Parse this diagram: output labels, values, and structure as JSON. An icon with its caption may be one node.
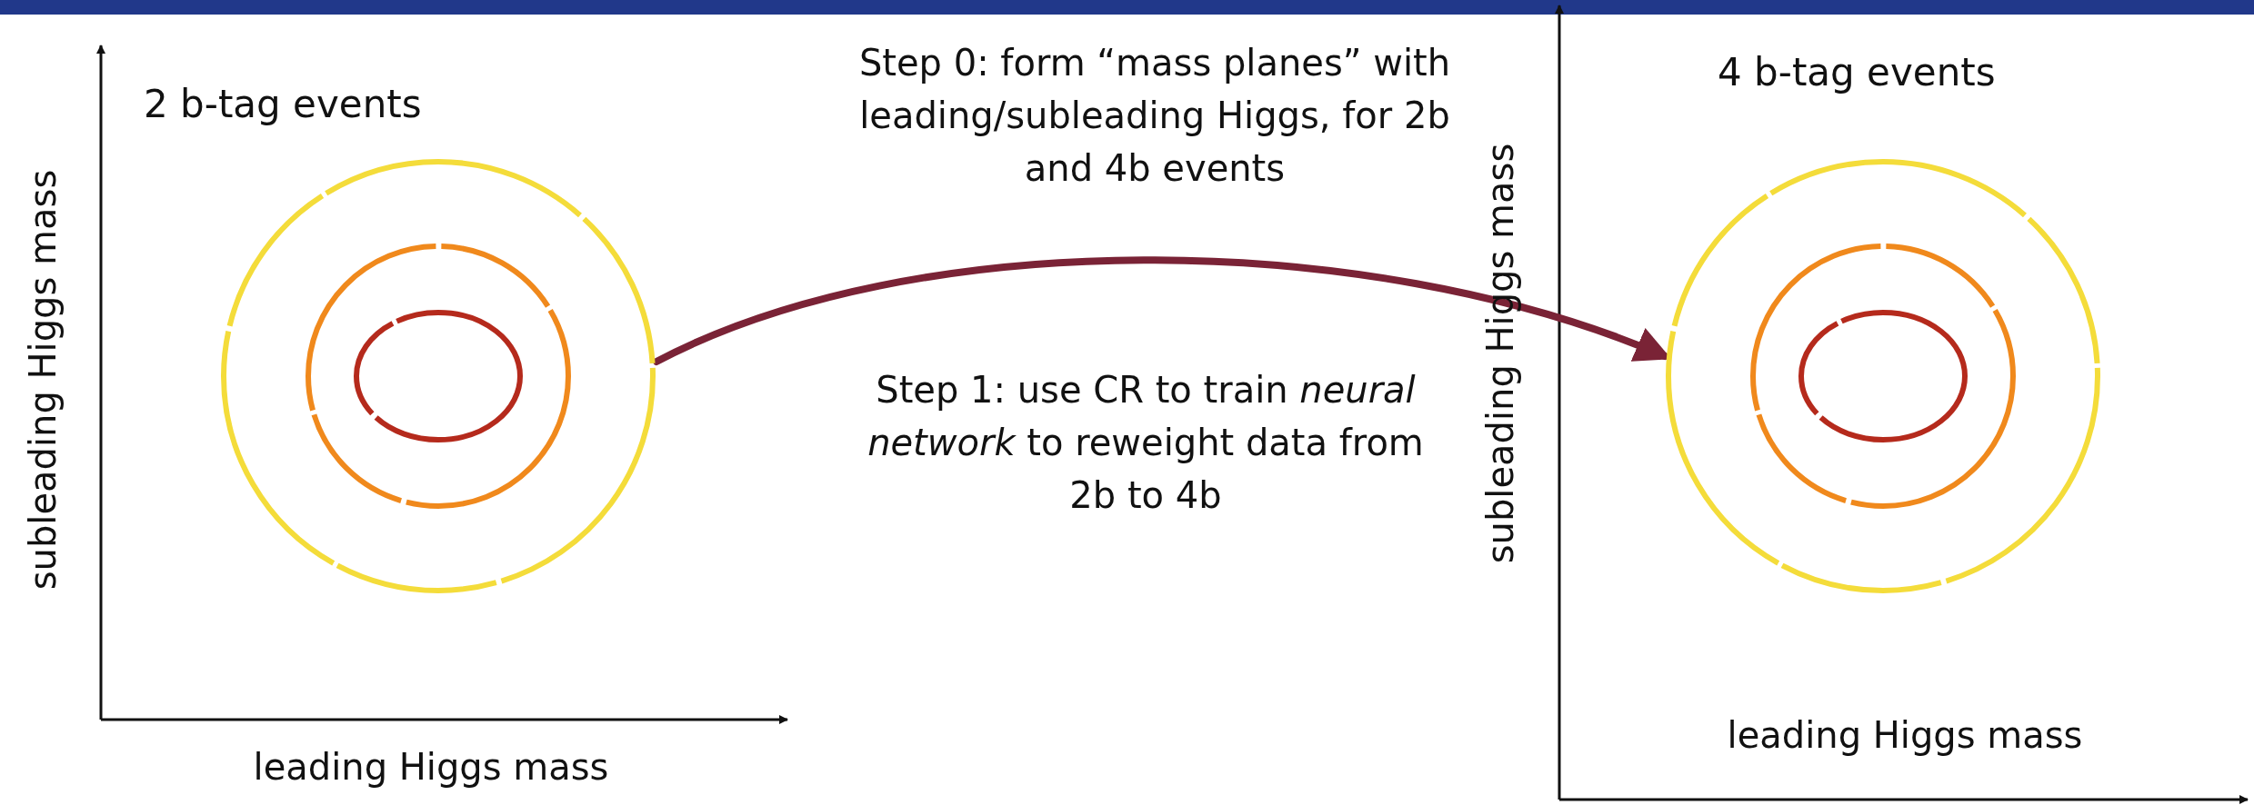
{
  "diagram": {
    "nodes": [
      {
        "text": [
          "2 b-tag events"
        ]
      },
      {
        "text": [
          "4 b-tag events"
        ]
      }
    ],
    "edges": [
      {
        "from": 0,
        "to": 1,
        "arrow": "to"
      }
    ],
    "labels": [
      "Step 0: form “mass planes” with leading/subleading Higgs, for 2b and 4b events",
      "subleading Higgs mass",
      "leading Higgs mass",
      "Step 1: use CR to train *neural network* to reweight data from 2b to 4b",
      "subleading Higgs mass",
      "leading Higgs mass"
    ]
  }
}
